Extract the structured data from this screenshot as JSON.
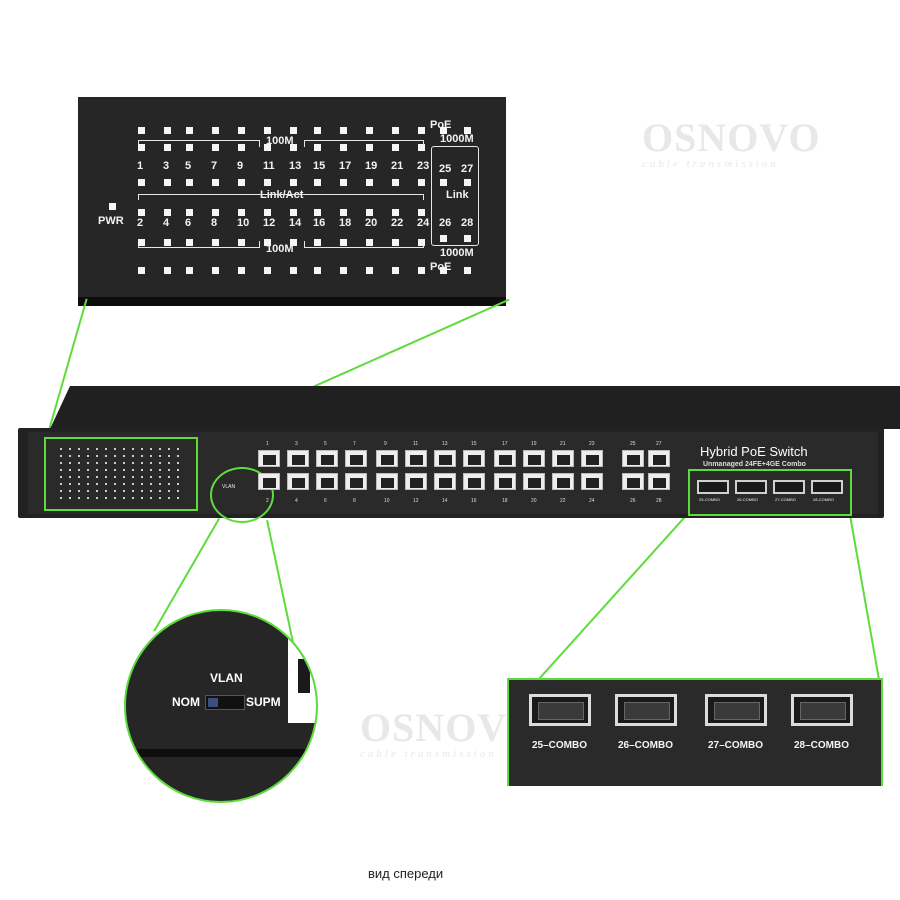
{
  "watermark": {
    "brand": "OSNOVO",
    "tagline": "cable transmission"
  },
  "led_panel": {
    "poe_top": "PoE",
    "poe_bottom": "PoE",
    "label_100m_top": "100M",
    "label_100m_bottom": "100M",
    "label_1000m_top": "1000M",
    "label_1000m_bottom": "1000M",
    "link_act": "Link/Act",
    "link": "Link",
    "pwr": "PWR",
    "odd_ports": [
      "1",
      "3",
      "5",
      "7",
      "9",
      "11",
      "13",
      "15",
      "17",
      "19",
      "21",
      "23"
    ],
    "even_ports": [
      "2",
      "4",
      "6",
      "8",
      "10",
      "12",
      "14",
      "16",
      "18",
      "20",
      "22",
      "24"
    ],
    "combo_top": [
      "25",
      "27"
    ],
    "combo_bottom": [
      "26",
      "28"
    ]
  },
  "switch": {
    "title": "Hybrid PoE Switch",
    "subtitle": "Unmanaged 24FE+4GE Combo",
    "port_top_labels": [
      "1",
      "3",
      "5",
      "7",
      "9",
      "11",
      "13",
      "15",
      "17",
      "19",
      "21",
      "23"
    ],
    "port_bottom_labels": [
      "2",
      "4",
      "6",
      "8",
      "10",
      "12",
      "14",
      "16",
      "18",
      "20",
      "22",
      "24"
    ],
    "uplink_top": [
      "25",
      "27"
    ],
    "uplink_bottom": [
      "26",
      "28"
    ],
    "sfp_labels": [
      "25-COMBO",
      "26-COMBO",
      "27-COMBO",
      "28-COMBO"
    ]
  },
  "vlan_switch": {
    "title": "VLAN",
    "left": "NOM",
    "right": "SUPM"
  },
  "sfp_zoom": {
    "labels": [
      "25–COMBO",
      "26–COMBO",
      "27–COMBO",
      "28–COMBO"
    ]
  },
  "caption": "вид спереди"
}
